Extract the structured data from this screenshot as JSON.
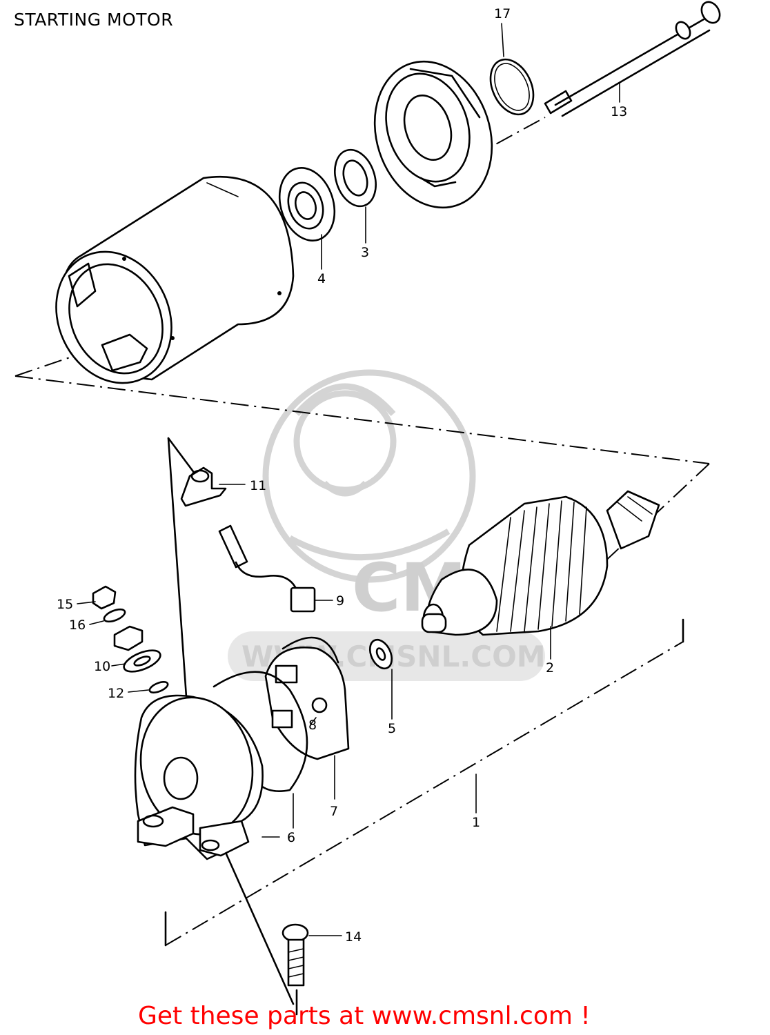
{
  "diagram": {
    "title": "STARTING MOTOR",
    "callouts": [
      {
        "id": "1",
        "label": "1"
      },
      {
        "id": "2",
        "label": "2"
      },
      {
        "id": "3",
        "label": "3"
      },
      {
        "id": "4",
        "label": "4"
      },
      {
        "id": "5",
        "label": "5"
      },
      {
        "id": "6",
        "label": "6"
      },
      {
        "id": "7",
        "label": "7"
      },
      {
        "id": "8",
        "label": "8"
      },
      {
        "id": "9",
        "label": "9"
      },
      {
        "id": "10",
        "label": "10"
      },
      {
        "id": "11",
        "label": "11"
      },
      {
        "id": "12",
        "label": "12"
      },
      {
        "id": "13",
        "label": "13"
      },
      {
        "id": "14",
        "label": "14"
      },
      {
        "id": "15",
        "label": "15"
      },
      {
        "id": "16",
        "label": "16"
      },
      {
        "id": "17",
        "label": "17"
      }
    ]
  },
  "watermark": {
    "logo_text": "CMS",
    "url_text": "WWW.CMSNL.COM"
  },
  "footer": {
    "promo_text": "Get these parts at www.cmsnl.com !"
  },
  "colors": {
    "promo": "#ff0000",
    "line": "#000000",
    "watermark": "#d0d0d0"
  }
}
